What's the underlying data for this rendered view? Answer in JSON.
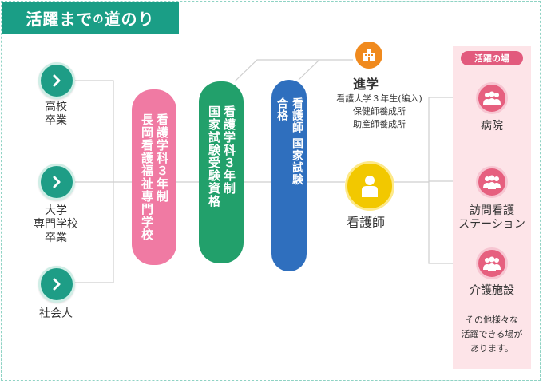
{
  "title": {
    "main": "活躍まで",
    "small": "の",
    "tail": "道のり"
  },
  "starts": [
    {
      "label": "高校\n卒業"
    },
    {
      "label": "大学\n専門学校\n卒業"
    },
    {
      "label": "社会人"
    }
  ],
  "stages": {
    "course": "看護学科３年制\n長岡看護福祉専門学校",
    "exam_eligibility": "看護学科３年制\n国家試験受験資格",
    "exam_pass": "看護師 国家試験\n合格"
  },
  "advancement": {
    "title": "進学",
    "items": [
      "看護大学３年生(編入)",
      "保健師養成所",
      "助産師養成所"
    ]
  },
  "nurse": {
    "label": "看護師"
  },
  "workplaces": {
    "badge": "活躍の場",
    "items": [
      {
        "label": "病院"
      },
      {
        "label": "訪問看護\nステーション"
      },
      {
        "label": "介護施設"
      }
    ],
    "note": "その他様々な\n活躍できる場が\nあります。"
  },
  "colors": {
    "brand": "#1a9e86",
    "course_pink": "#f07aa3",
    "exam_green": "#22a06b",
    "pass_blue": "#2f6fbe",
    "advancement_orange": "#f08a1e",
    "nurse_yellow": "#f2c800",
    "workplace_pink": "#e6607f"
  }
}
